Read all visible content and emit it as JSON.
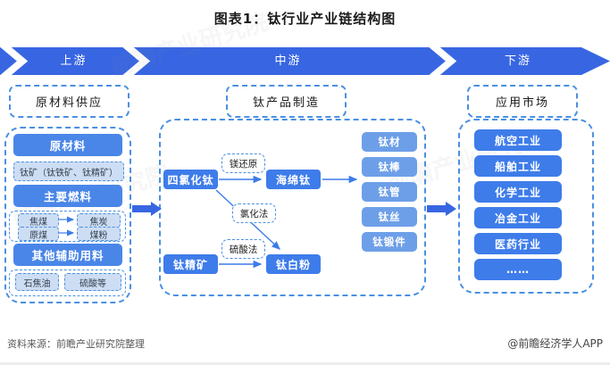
{
  "title": "图表1：钛行业产业链结构图",
  "banner": {
    "segments": [
      "上游",
      "中游",
      "下游"
    ]
  },
  "upstream": {
    "header": "原材料供应",
    "raw_material_label": "原材料",
    "ore": "钛矿（钛铁矿、钛精矿）",
    "fuel_label": "主要燃料",
    "fuel_pairs": [
      {
        "from": "焦煤",
        "to": "焦炭"
      },
      {
        "from": "原煤",
        "to": "煤粉"
      }
    ],
    "aux_label": "其他辅助用料",
    "aux_items": [
      "石焦油",
      "硫酸等"
    ]
  },
  "midstream": {
    "header": "钛产品制造",
    "nodes": {
      "ticl4": "四氯化钛",
      "sponge_ti": "海绵钛",
      "ti_concentrate": "钛精矿",
      "ti_dioxide": "钛白粉"
    },
    "process_labels": {
      "mg_reduction": "镁还原",
      "chloride_process": "氯化法",
      "sulfate_process": "硫酸法"
    },
    "products": [
      "钛材",
      "钛棒",
      "钛管",
      "钛丝",
      "钛锻件"
    ]
  },
  "downstream": {
    "header": "应用市场",
    "markets": [
      "航空工业",
      "船舶工业",
      "化学工业",
      "冶金工业",
      "医药行业",
      "……"
    ]
  },
  "footer": {
    "source": "资料来源：前瞻产业研究院整理",
    "credit": "@前瞻经济学人APP"
  },
  "watermark_text": "前瞻产业研究院",
  "colors": {
    "banner_blue": "#3866e2",
    "node_blue": "#3e7cea",
    "left_box_blue": "#4a86e8",
    "stack_blue": "#6d9fe8",
    "light_fill": "#cdddf3",
    "dashed_border": "#4a90e2"
  }
}
